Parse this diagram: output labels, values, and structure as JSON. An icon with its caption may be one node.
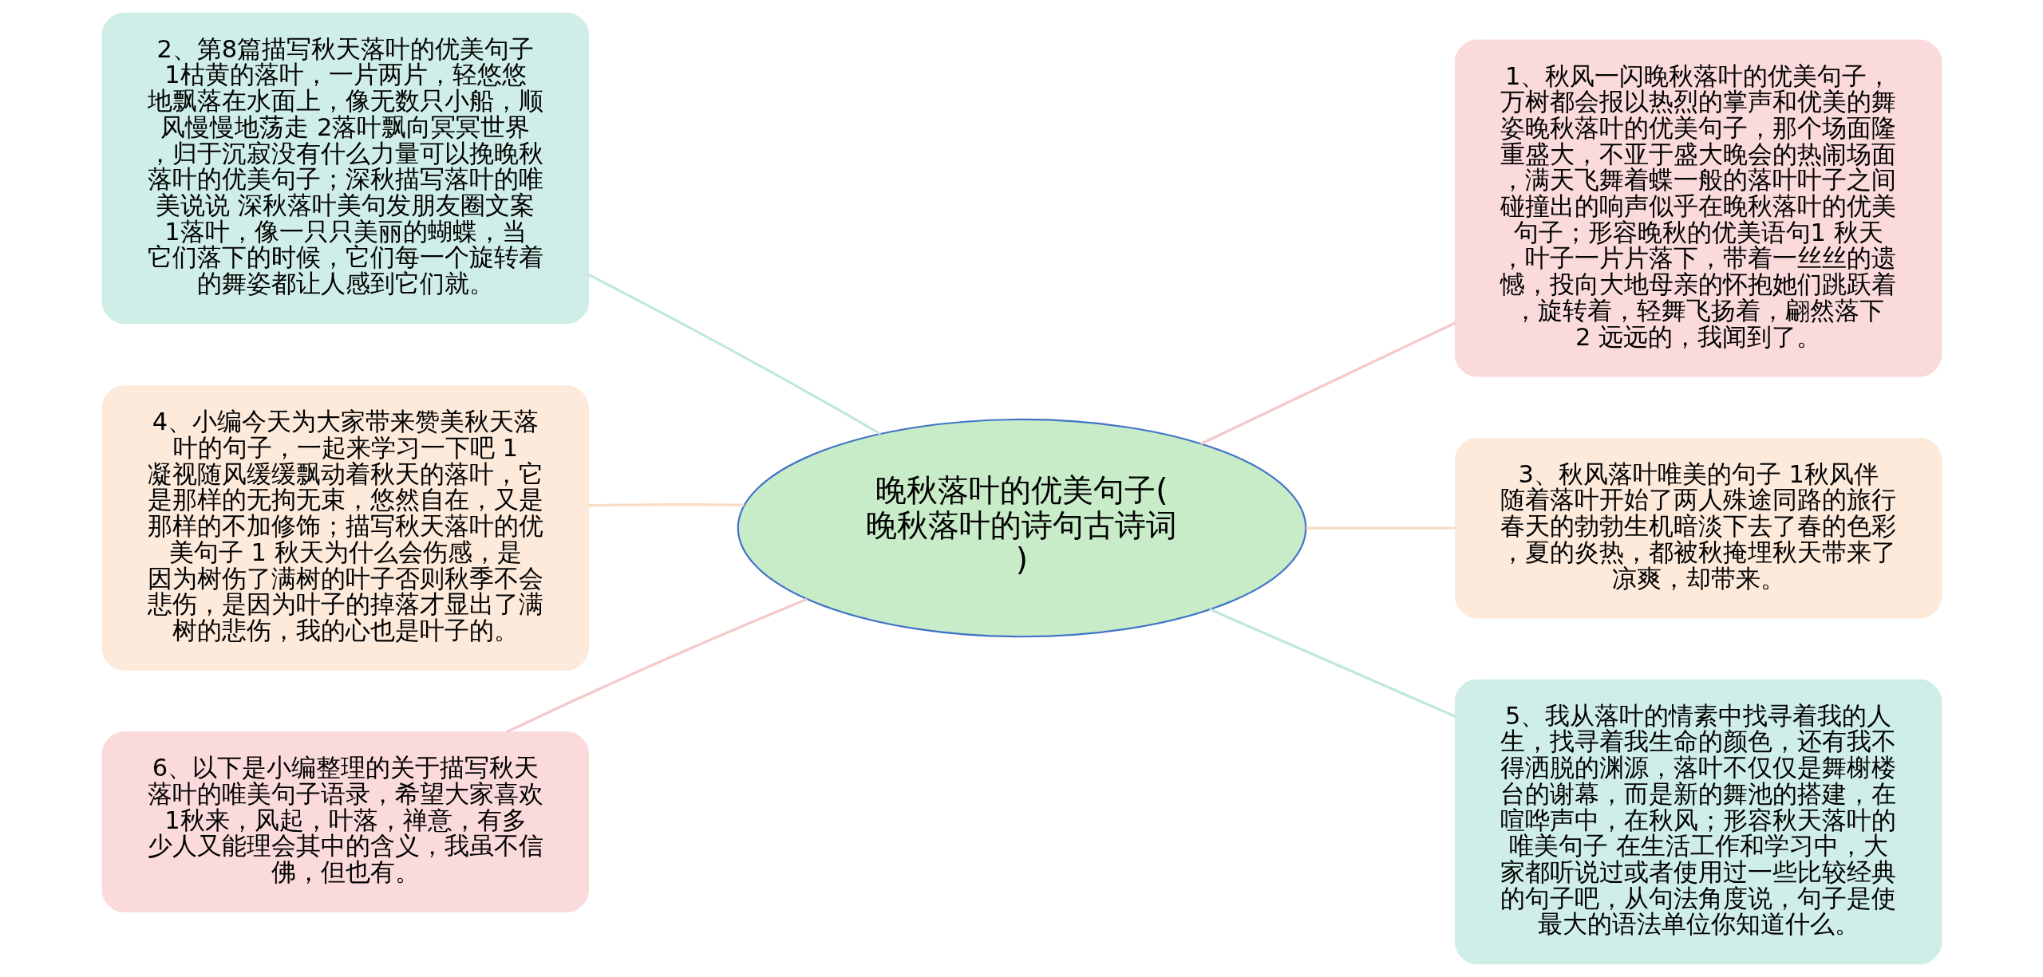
{
  "diagram": {
    "nodes": [
      {
        "text": [
          "晚秋落叶的优美句子(晚秋落叶的诗句古诗词)"
        ]
      },
      {
        "text": [
          "1、秋风一闪晚秋落叶的优美句子，万树都会报以热烈的掌声和优美的舞姿晚秋落叶的优美句子，那个场面隆重盛大，不亚于盛大晚会的热闹场面，满天飞舞着蝶一般的落叶叶子之间碰撞出的响声似乎在晚秋落叶的优美句子；形容晚秋的优美语句1 秋天，叶子一片片落下，带着一丝丝的遗憾，投向大地母亲的怀抱她们跳跃着，旋转着，轻舞飞扬着，翩然落下 2 远远的，我闻到了。"
        ]
      },
      {
        "text": [
          "2、第8篇描写秋天落叶的优美句子 1枯黄的落叶，一片两片，轻悠悠地飘落在水面上，像无数只小船，顺风慢慢地荡走 2落叶飘向冥冥世界，归于沉寂没有什么力量可以挽晚秋落叶的优美句子；深秋描写落叶的唯美说说 深秋落叶美句发朋友圈文案 1落叶，像一只只美丽的蝴蝶，当它们落下的时候，它们每一个旋转着的舞姿都让人感到它们就。"
        ]
      },
      {
        "text": [
          "3、秋风落叶唯美的句子 1秋风伴随着落叶开始了两人殊途同路的旅行春天的勃勃生机暗淡下去了春的色彩，夏的炎热，都被秋掩埋秋天带来了凉爽，却带来。"
        ]
      },
      {
        "text": [
          "4、小编今天为大家带来赞美秋天落叶的句子，一起来学习一下吧 1 凝视随风缓缓飘动着秋天的落叶，它是那样的无拘无束，悠然自在，又是那样的不加修饰；描写秋天落叶的优美句子 1 秋天为什么会伤感，是因为树伤了满树的叶子否则秋季不会悲伤，是因为叶子的掉落才显出了满树的悲伤，我的心也是叶子的。"
        ]
      },
      {
        "text": [
          "5、我从落叶的情素中找寻着我的人生，找寻着我生命的颜色，还有我不得洒脱的渊源，落叶不仅仅是舞榭楼台的谢幕，而是新的舞池的搭建，在喧哗声中，在秋风；形容秋天落叶的唯美句子 在生活工作和学习中，大家都听说过或者使用过一些比较经典的句子吧，从句法角度说，句子是使最大的语法单位你知道什么。"
        ]
      },
      {
        "text": [
          "6、以下是小编整理的关于描写秋天落叶的唯美句子语录，希望大家喜欢 1秋来，风起，叶落，禅意，有多少人又能理会其中的含义，我虽不信佛，但也有。"
        ]
      }
    ],
    "edges": [
      {
        "from": 0,
        "to": 1,
        "arrow": "none",
        "color": "#f6c9c9"
      },
      {
        "from": 0,
        "to": 2,
        "arrow": "none",
        "color": "#bfe8e0"
      },
      {
        "from": 0,
        "to": 3,
        "arrow": "none",
        "color": "#f9dcc4"
      },
      {
        "from": 0,
        "to": 4,
        "arrow": "none",
        "color": "#f9dcc4"
      },
      {
        "from": 0,
        "to": 5,
        "arrow": "none",
        "color": "#bfe8e0"
      },
      {
        "from": 0,
        "to": 6,
        "arrow": "none",
        "color": "#f6c9c9"
      }
    ]
  }
}
